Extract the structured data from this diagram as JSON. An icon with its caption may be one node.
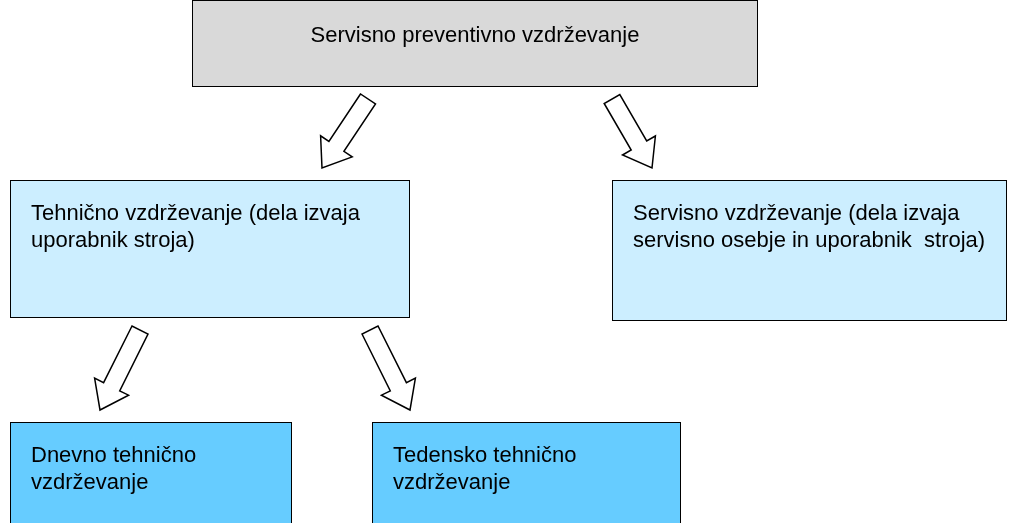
{
  "diagram": {
    "nodes": [
      {
        "text": [
          "Servisno preventivno vzdrževanje"
        ]
      },
      {
        "text": [
          "Tehnično vzdrževanje (dela izvaja uporabnik stroja)"
        ]
      },
      {
        "text": [
          "Servisno vzdrževanje (dela izvaja servisno osebje in uporabnik  stroja)"
        ]
      },
      {
        "text": [
          "Dnevno tehnično vzdrževanje"
        ]
      },
      {
        "text": [
          "Tedensko tehnično vzdrževanje"
        ]
      }
    ],
    "edges": [
      {
        "from": 0,
        "to": 1,
        "arrow": "to"
      },
      {
        "from": 0,
        "to": 2,
        "arrow": "to"
      },
      {
        "from": 1,
        "to": 3,
        "arrow": "to"
      },
      {
        "from": 1,
        "to": 4,
        "arrow": "to"
      }
    ]
  }
}
